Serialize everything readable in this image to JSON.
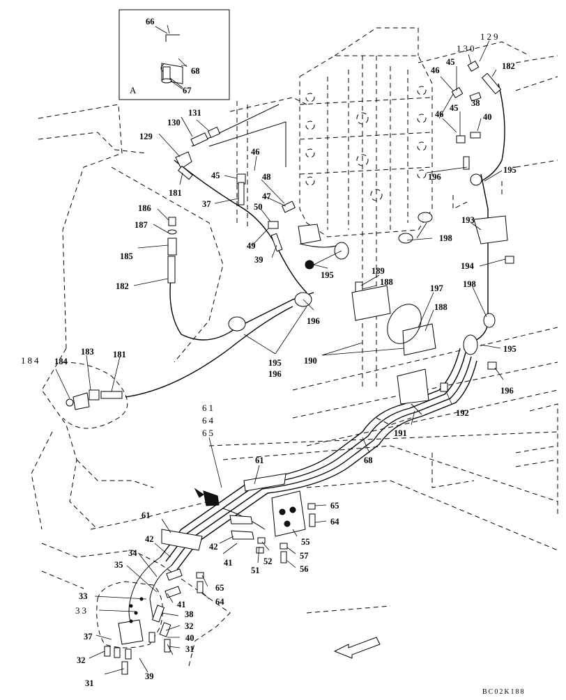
{
  "diagram": {
    "inset_label": "A",
    "drawing_code": "BC02K188",
    "labels": {
      "l66": "66",
      "l68": "68",
      "l67": "67",
      "l130a": "130",
      "l129a": "129",
      "l182a": "182",
      "l45a": "45",
      "l46a": "46",
      "l38": "38",
      "l45b": "45",
      "l40": "40",
      "l46b": "46",
      "l131": "131",
      "l130b": "130",
      "l129b": "129",
      "l46c": "46",
      "l45c": "45",
      "l48": "48",
      "l47": "47",
      "l50": "50",
      "l181a": "181",
      "l37": "37",
      "l186": "186",
      "l187": "187",
      "l185": "185",
      "l49": "49",
      "l39a": "39",
      "l182b": "182",
      "l195a": "195",
      "l196a": "196",
      "l189": "189",
      "l188a": "188",
      "l197": "197",
      "l188b": "188",
      "l198a": "198",
      "l193": "193",
      "l194": "194",
      "l198b": "198",
      "l195b": "195",
      "l196b": "196",
      "l195c": "195",
      "l196c": "196",
      "l190": "190",
      "l184": "184",
      "l183": "183",
      "l181b": "181",
      "l184a": "184",
      "l192": "192",
      "l191": "191",
      "l68b": "68",
      "l61_64_65": "61\n64\n65",
      "l61a": "61",
      "l65a": "65",
      "l64a": "64",
      "l61b": "61",
      "l42a": "42",
      "l55": "55",
      "l57": "57",
      "l56": "56",
      "l42b": "42",
      "l41a": "41",
      "l51": "51",
      "l52": "52",
      "l34": "34",
      "l35": "35",
      "l65b": "65",
      "l64b": "64",
      "l33": "33",
      "l33a": "33",
      "l41b": "41",
      "l38b": "38",
      "l32a": "32",
      "l37b": "37",
      "l40b": "40",
      "l31a": "31",
      "l32b": "32",
      "l31b": "31",
      "l39b": "39",
      "l195d": "195"
    }
  }
}
